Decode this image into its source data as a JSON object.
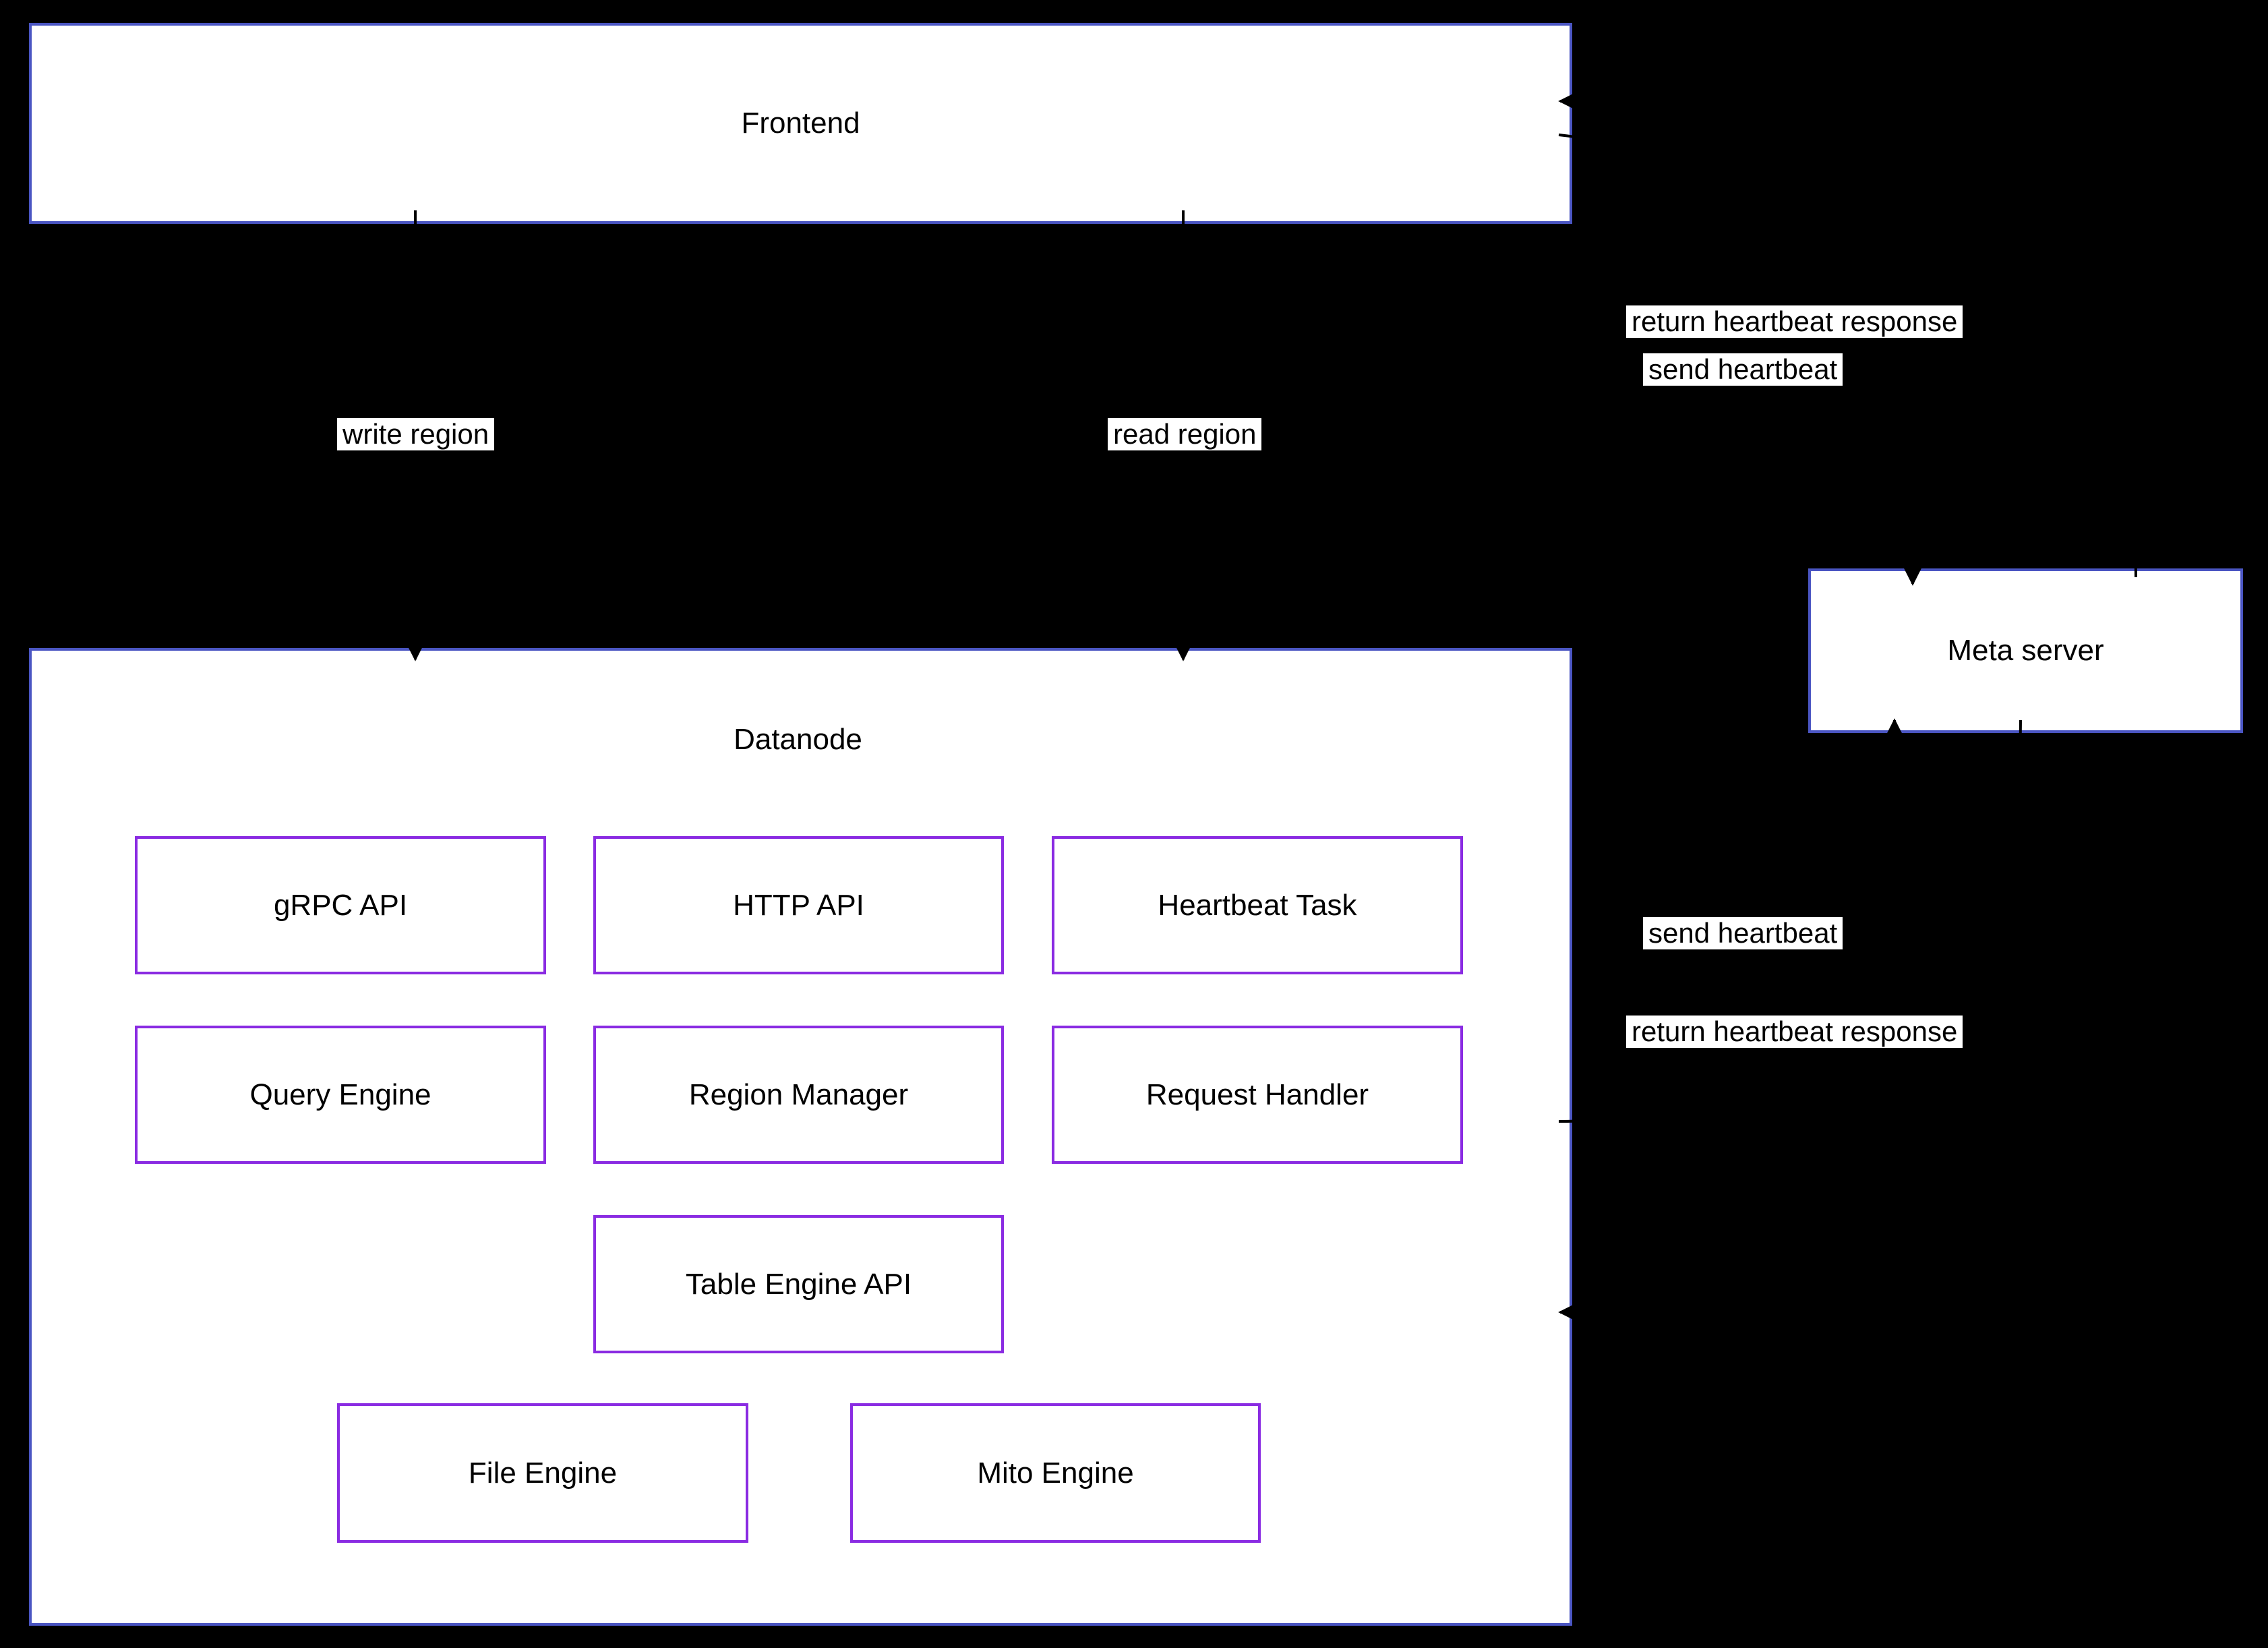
{
  "colors": {
    "background": "#000000",
    "outer_node_border": "#4a55c2",
    "inner_node_border": "#8a2be2",
    "node_fill": "#ffffff",
    "text": "#000000",
    "edge": "#000000",
    "edge_label_background": "#ffffff"
  },
  "nodes": {
    "frontend": {
      "label": "Frontend"
    },
    "meta_server": {
      "label": "Meta server"
    },
    "datanode": {
      "label": "Datanode"
    },
    "grpc_api": {
      "label": "gRPC API"
    },
    "http_api": {
      "label": "HTTP API"
    },
    "heartbeat_task": {
      "label": "Heartbeat Task"
    },
    "query_engine": {
      "label": "Query Engine"
    },
    "region_manager": {
      "label": "Region Manager"
    },
    "request_handler": {
      "label": "Request Handler"
    },
    "table_engine_api": {
      "label": "Table Engine API"
    },
    "file_engine": {
      "label": "File Engine"
    },
    "mito_engine": {
      "label": "Mito Engine"
    }
  },
  "edges": {
    "frontend_to_datanode_write": {
      "label": "write region"
    },
    "frontend_to_datanode_read": {
      "label": "read region"
    },
    "frontend_to_meta_send": {
      "label": "send heartbeat"
    },
    "meta_to_frontend_return": {
      "label": "return heartbeat response"
    },
    "datanode_to_meta_send": {
      "label": "send heartbeat"
    },
    "meta_to_datanode_return": {
      "label": "return heartbeat response"
    }
  }
}
